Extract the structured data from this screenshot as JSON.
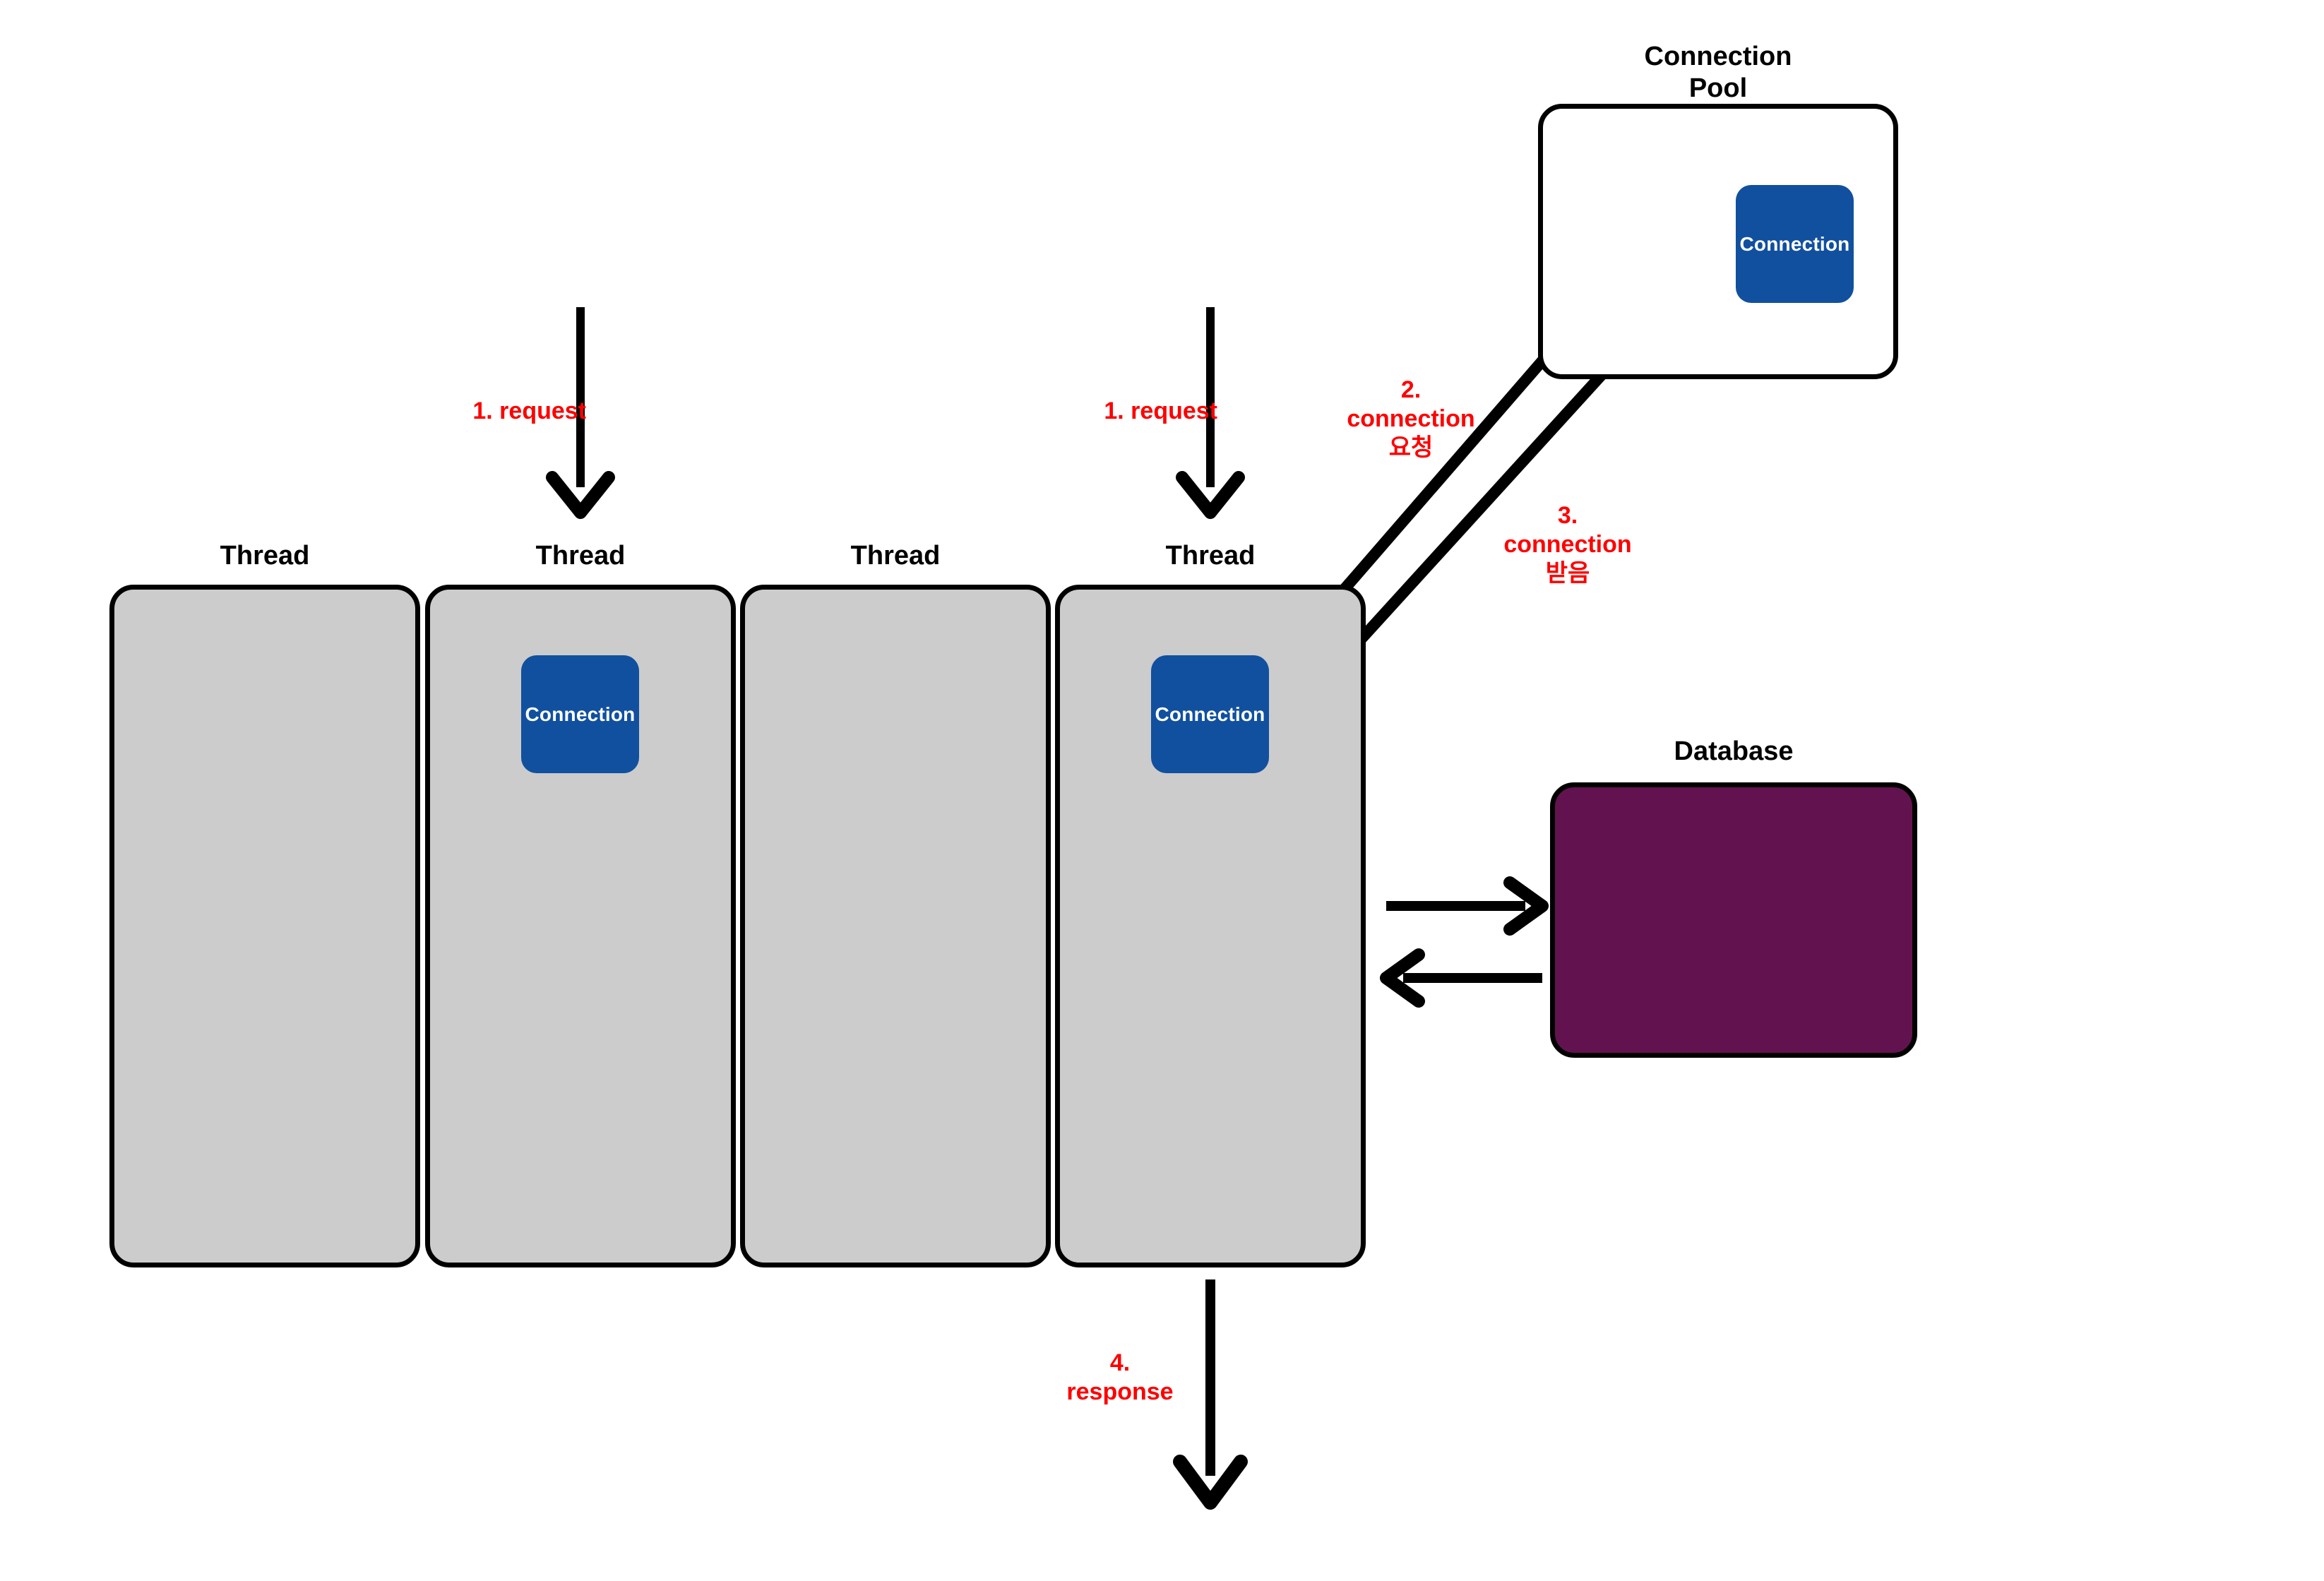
{
  "diagram": {
    "title_connection_pool": "Connection\nPool",
    "title_database": "Database",
    "thread_label": "Thread",
    "connection_label": "Connection",
    "threads": [
      {
        "label": "Thread",
        "has_connection": false
      },
      {
        "label": "Thread",
        "has_connection": true
      },
      {
        "label": "Thread",
        "has_connection": false
      },
      {
        "label": "Thread",
        "has_connection": true
      }
    ],
    "pool": {
      "label": "Connection\nPool",
      "connections": [
        {
          "label": "Connection"
        }
      ]
    },
    "database": {
      "label": "Database"
    },
    "flows": [
      {
        "id": "request-1",
        "text": "1. request"
      },
      {
        "id": "request-2",
        "text": "1. request"
      },
      {
        "id": "connection-request",
        "text": "2.\nconnection\n요청"
      },
      {
        "id": "connection-received",
        "text": "3.\nconnection\n받음"
      },
      {
        "id": "response",
        "text": "4.\nresponse"
      }
    ],
    "colors": {
      "connection_blue": "#11509F",
      "thread_gray": "#CCCCCC",
      "database_purple": "#62134F",
      "annotation_red": "#FE0000",
      "stroke_black": "#000000",
      "background": "#FFFFFF"
    }
  }
}
